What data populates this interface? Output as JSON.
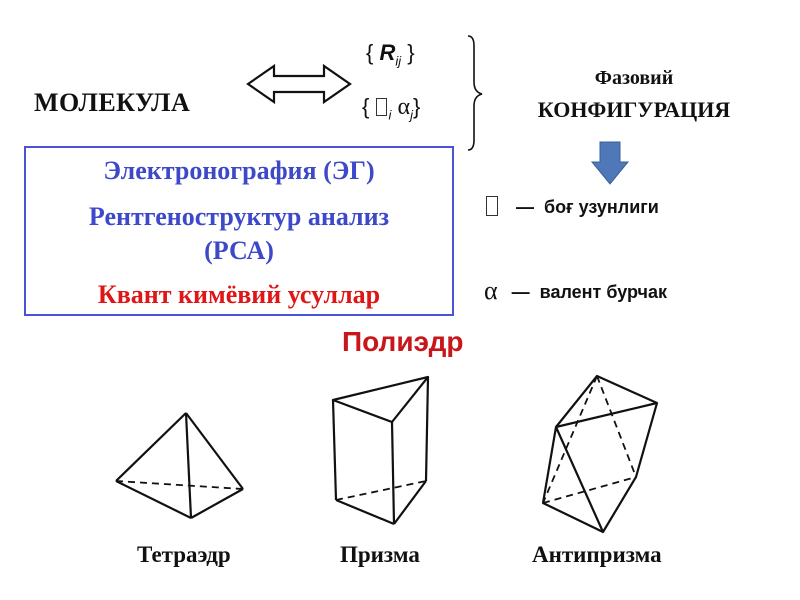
{
  "molecule": "МОЛЕКУЛА",
  "params": {
    "r_open": "{ ",
    "r_symbol": "R",
    "r_sub": "ij",
    "r_close": " }",
    "ra_open": "{ ",
    "ra_sub_i": "i",
    "ra_alpha": "α",
    "ra_sub_j": "j",
    "ra_close": "}"
  },
  "phase": {
    "line1": "Фазовий",
    "line2": "КОНФИГУРАЦИЯ"
  },
  "methods": {
    "item1": "Электронография (ЭГ)",
    "item2a": "Рентгеноструктур анализ",
    "item2b": "(РСА)",
    "item3": "Квант кимёвий усуллар"
  },
  "legend": {
    "dash": "—",
    "bond_text": "боғ узунлиги",
    "alpha_symbol": "α",
    "angle_text": "валент бурчак"
  },
  "polyhedron": {
    "title": "Полиэдр",
    "shapes": [
      "Тетраэдр",
      "Призма",
      "Антипризма"
    ]
  },
  "colors": {
    "method_blue": "#3d49c9",
    "method_red": "#e01616",
    "box_border": "#4a52d6",
    "title_red": "#c8171b",
    "arrow_blue": "#4f78b8"
  }
}
